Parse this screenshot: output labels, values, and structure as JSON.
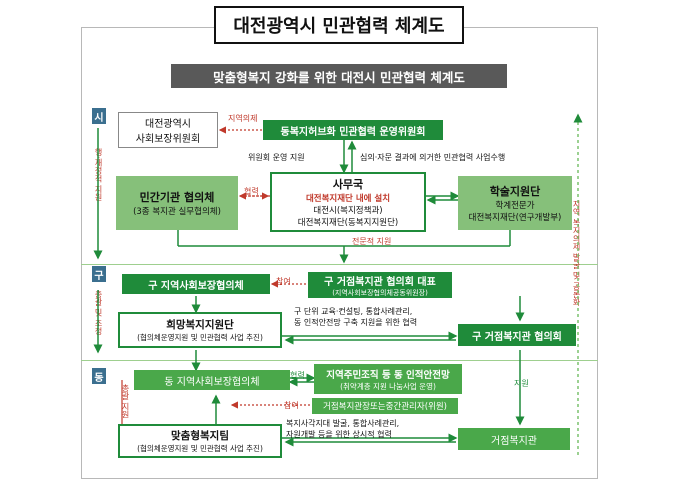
{
  "title": "대전광역시 민관협력 체계도",
  "subtitle": "맞춤형복지 강화를 위한 대전시 민관협력  체계도",
  "tiers": {
    "si": "시",
    "gu": "구",
    "dong": "동"
  },
  "left_vertical": {
    "si": "행·재정적 지원",
    "gu": "총괄 및 조정",
    "dong": "총괄 지원"
  },
  "right_vertical": "지역 복지의제 발굴 및 공론화",
  "boxes": {
    "si_committee": [
      "대전광역시",
      "사회보장위원회"
    ],
    "dong_hub_committee": "동복지허브화 민관협력 운영위원회",
    "secretariat": {
      "title": "사무국",
      "line1": "대전복지재단 내에 설치",
      "line2": "대전시(복지정책과)",
      "line3": "대전복지재단(동복지지원단)"
    },
    "private_council": {
      "title": "민간기관 협의체",
      "sub": "(3종 복지관 실무협의체)"
    },
    "academic": {
      "title": "학술지원단",
      "sub1": "학계전문가",
      "sub2": "대전복지재단(연구개발부)"
    },
    "gu_social_council": "구 지역사회보장협의체",
    "gu_hub_rep": {
      "title": "구 거점복지관 협의회 대표",
      "sub": "(지역사회보장협의체공동위원장)"
    },
    "hope_center": {
      "title": "희망복지지원단",
      "sub": "(협의체운영지원 및 민관협력 사업 추진)"
    },
    "gu_hub_council": "구 거점복지관 협의회",
    "dong_social_council": "동 지역사회보장협의체",
    "dong_resident": {
      "title": "지역주민조직 등 동 인적안전망",
      "sub": "(취약계층 지원 나눔사업 운영)"
    },
    "hub_director": "거점복지관장또는중간관리자(위원)",
    "custom_team": {
      "title": "맞춤형복지팀",
      "sub": "(협의체운영지원 및 민관협력 사업 추진)"
    },
    "hub_center": "거점복지관"
  },
  "labels": {
    "si_agenda": "지역의제",
    "committee_support": "위원회 운영 지원",
    "deliberation": "심의·자문 결과에 의거한 민관협력 사업수행",
    "cooperation_left": "협력",
    "professional_support": "전문적 지원",
    "participation_gu": "참여",
    "gu_unit": [
      "구 단위 교육·컨설팅, 통합사례관리,",
      "동 인적안전망 구축 지원을 위한 협력"
    ],
    "cooperation_dong": "협력",
    "participation_dong": "참여",
    "support": "지원",
    "dong_collab": [
      "복지사각지대 발굴, 통합사례관리,",
      "자원개발 등을 위한 상시적 협력"
    ]
  },
  "colors": {
    "green": "#1f8b3a",
    "red": "#c0392b",
    "tag_blue": "#3b6f8f"
  }
}
